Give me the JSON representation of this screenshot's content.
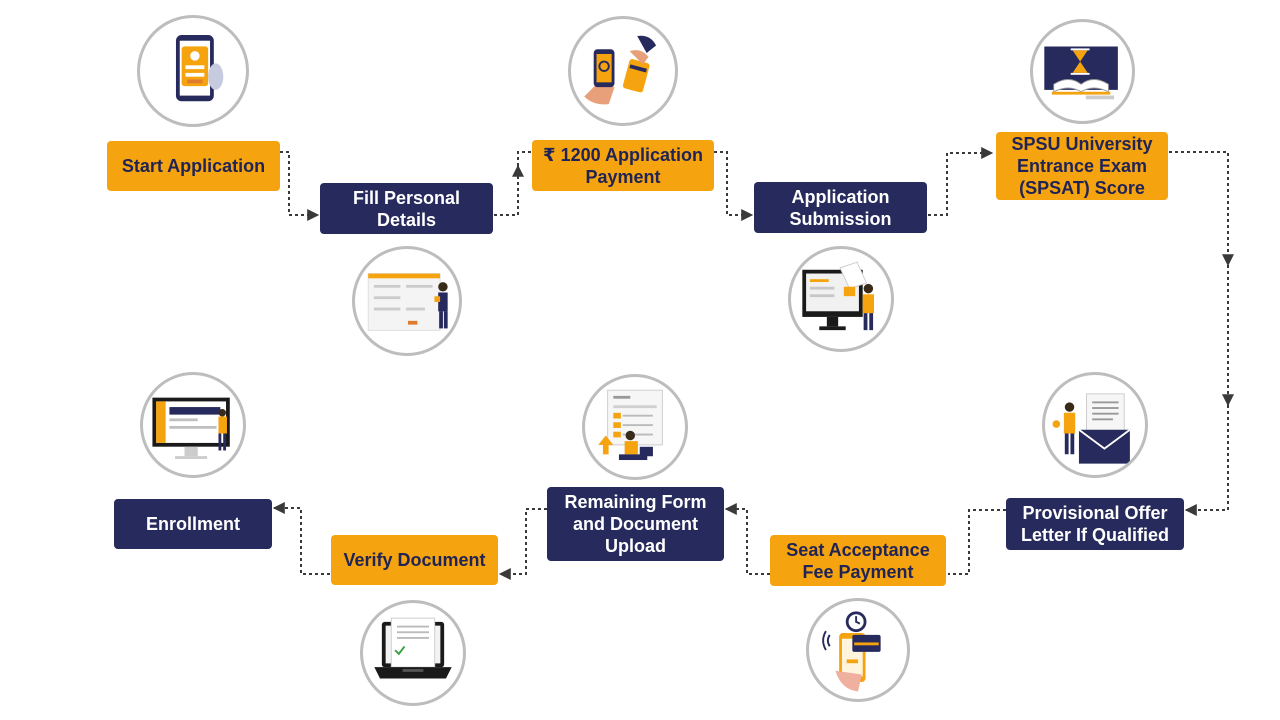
{
  "steps": {
    "start_application": "Start Application",
    "fill_personal_details": "Fill Personal Details",
    "application_payment": "₹ 1200 Application Payment",
    "application_submission": "Application Submission",
    "entrance_exam_score": "SPSU University Entrance Exam (SPSAT) Score",
    "provisional_offer": "Provisional Offer Letter If Qualified",
    "seat_acceptance": "Seat Acceptance Fee Payment",
    "document_upload": "Remaining Form and Document Upload",
    "verify_document": "Verify Document",
    "enrollment": "Enrollment"
  },
  "colors": {
    "orange": "#f5a30e",
    "navy": "#272a5c",
    "connector": "#3a3a3a",
    "circle_border": "#bdbdbd"
  },
  "icons": {
    "start_application": "phone-signup-icon",
    "fill_personal_details": "form-person-icon",
    "application_payment": "phone-card-payment-icon",
    "application_submission": "monitor-submit-icon",
    "entrance_exam_score": "hourglass-book-icon",
    "provisional_offer": "letter-envelope-icon",
    "seat_acceptance": "phone-card-clock-icon",
    "document_upload": "document-upload-icon",
    "verify_document": "laptop-check-icon",
    "enrollment": "desktop-enrollment-icon"
  }
}
